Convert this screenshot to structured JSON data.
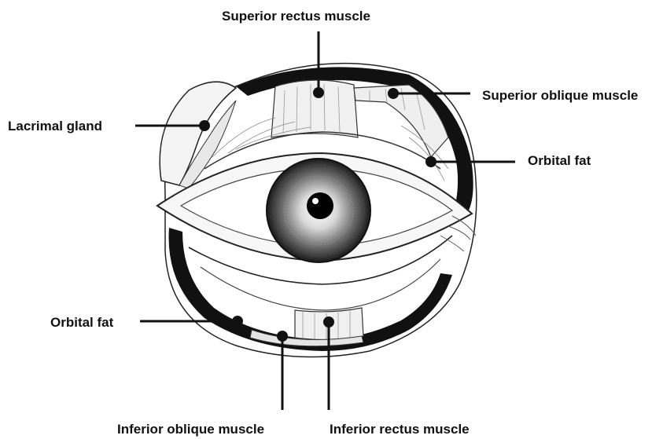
{
  "labels": {
    "superior_rectus": "Superior rectus muscle",
    "superior_oblique": "Superior oblique muscle",
    "lacrimal_gland": "Lacrimal gland",
    "orbital_fat_right": "Orbital fat",
    "orbital_fat_left": "Orbital fat",
    "inferior_oblique": "Inferior oblique muscle",
    "inferior_rectus": "Inferior rectus muscle"
  },
  "colors": {
    "ink": "#111111",
    "background": "#ffffff",
    "iris": "#7a7a7a"
  }
}
